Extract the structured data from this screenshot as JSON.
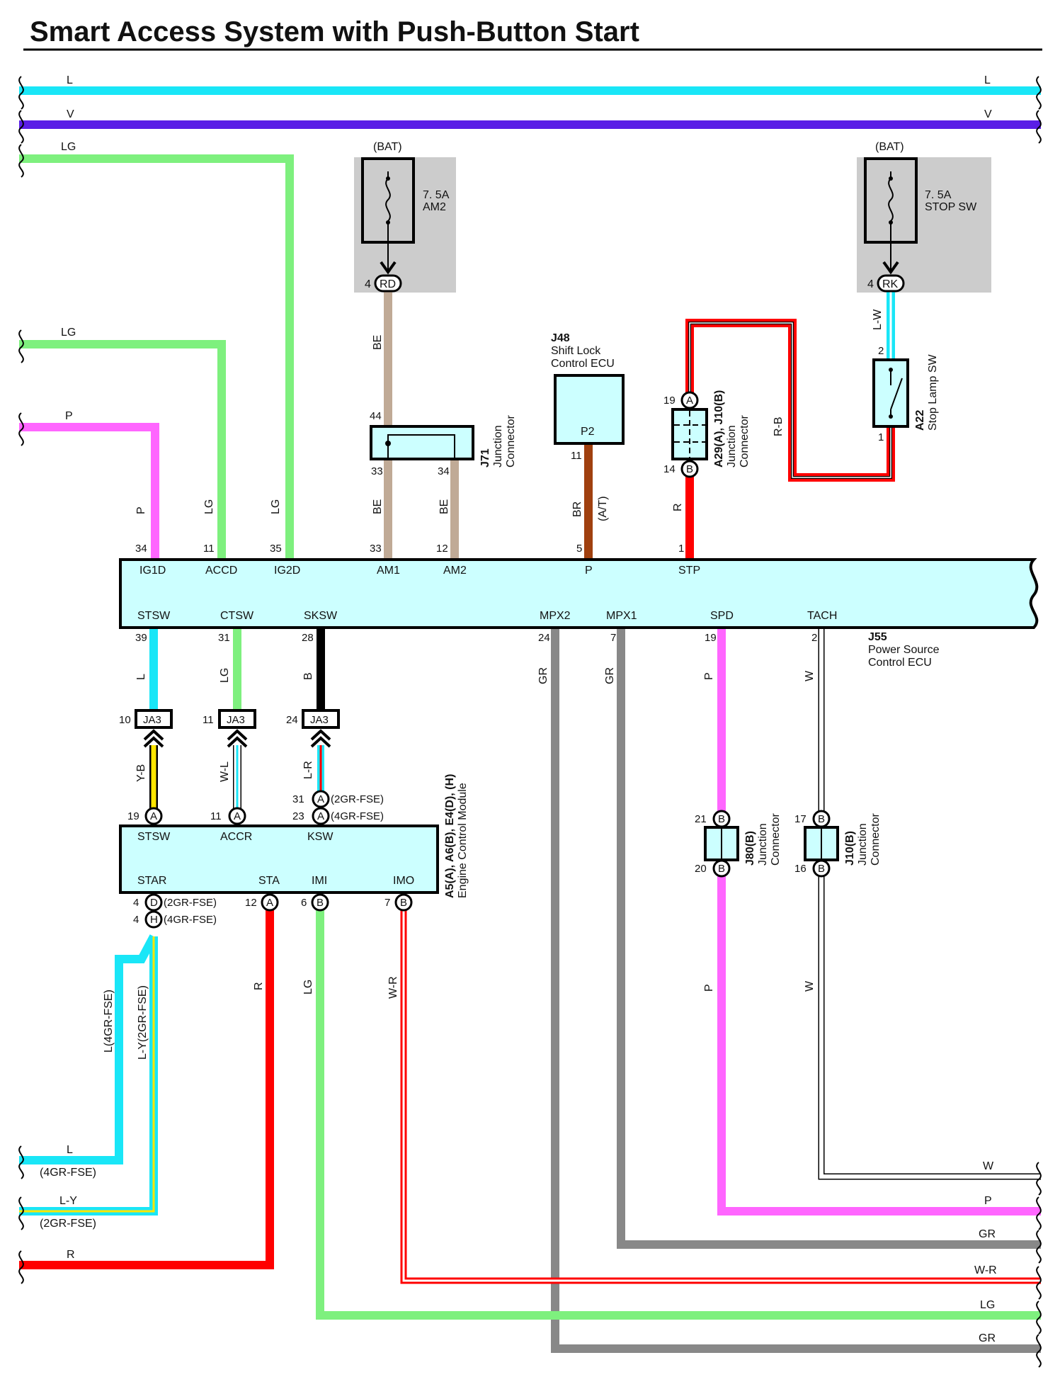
{
  "title": "Smart Access System with Push-Button Start",
  "colors": {
    "L": "#19e6f7",
    "V": "#5a1ee6",
    "LG": "#7ef07e",
    "P": "#ff66ff",
    "BE": "#c0aa96",
    "BR": "#a0400f",
    "R": "#ff0000",
    "GR": "#888888",
    "B": "#000000",
    "W": "#ffffff",
    "Y": "#ffe600",
    "ecu_fill": "#ccffff",
    "fuse_bg": "#cccccc"
  },
  "wires": {
    "top_L": "L",
    "top_V": "V",
    "lg_upper": "LG",
    "lg_mid": "LG",
    "p_left": "P",
    "r_b": "R-B",
    "l_w": "L-W",
    "be_am2": "BE",
    "be_33": "BE",
    "be_34": "BE",
    "br": "BR",
    "at": "(A/T)",
    "r_stp": "R",
    "stsw_l": "L",
    "ctsw_lg": "LG",
    "sksw_b": "B",
    "y_b": "Y-B",
    "w_l": "W-L",
    "l_r": "L-R",
    "gr_mpx2": "GR",
    "gr_mpx1": "GR",
    "p_spd": "P",
    "w_tach": "W",
    "p_low": "P",
    "w_low": "W",
    "r_sta": "R",
    "lg_imi": "LG",
    "w_r": "W-R",
    "l_4gr": "L(4GR-FSE)",
    "ly_2gr": "L-Y(2GR-FSE)",
    "bot_L": "L",
    "bot_4gr": "(4GR-FSE)",
    "bot_LY": "L-Y",
    "bot_2gr": "(2GR-FSE)",
    "bot_R": "R",
    "right_W": "W",
    "right_P": "P",
    "right_GR1": "GR",
    "right_WR": "W-R",
    "right_LG": "LG",
    "right_GR2": "GR"
  },
  "fuses": [
    {
      "bat": "(BAT)",
      "rating": "7. 5A",
      "name": "AM2",
      "pin": "4",
      "conn": "RD"
    },
    {
      "bat": "(BAT)",
      "rating": "7. 5A",
      "name": "STOP SW",
      "pin": "4",
      "conn": "RK"
    }
  ],
  "shift_lock": {
    "code": "J48",
    "name1": "Shift Lock",
    "name2": "Control ECU",
    "pin_name": "P2",
    "pin": "11"
  },
  "j71": {
    "code": "J71",
    "name1": "Junction",
    "name2": "Connector",
    "pin44": "44",
    "pin33": "33",
    "pin34": "34"
  },
  "j10a": {
    "code": "A29(A), J10(B)",
    "name1": "Junction",
    "name2": "Connector",
    "pin19": "19",
    "conn19": "A",
    "pin14": "14",
    "conn14": "B"
  },
  "stop_lamp": {
    "code": "A22",
    "name": "Stop Lamp SW",
    "pin2": "2",
    "pin1": "1"
  },
  "power_ecu": {
    "code": "J55",
    "name1": "Power Source",
    "name2": "Control ECU",
    "top_pins": [
      {
        "num": "34",
        "name": "IG1D"
      },
      {
        "num": "11",
        "name": "ACCD"
      },
      {
        "num": "35",
        "name": "IG2D"
      },
      {
        "num": "33",
        "name": "AM1"
      },
      {
        "num": "12",
        "name": "AM2"
      },
      {
        "num": "5",
        "name": "P"
      },
      {
        "num": "1",
        "name": "STP"
      }
    ],
    "bottom_pins": [
      {
        "num": "39",
        "name": "STSW"
      },
      {
        "num": "31",
        "name": "CTSW"
      },
      {
        "num": "28",
        "name": "SKSW"
      },
      {
        "num": "24",
        "name": "MPX2"
      },
      {
        "num": "7",
        "name": "MPX1"
      },
      {
        "num": "19",
        "name": "SPD"
      },
      {
        "num": "2",
        "name": "TACH"
      }
    ]
  },
  "ja3": [
    {
      "pin": "10",
      "label": "JA3"
    },
    {
      "pin": "11",
      "label": "JA3"
    },
    {
      "pin": "24",
      "label": "JA3"
    }
  ],
  "engine_ecu": {
    "code": "A5(A), A6(B), E4(D), (H)",
    "name": "Engine Control Module",
    "top_pins": [
      {
        "num": "19",
        "conn": "A",
        "name": "STSW"
      },
      {
        "num": "11",
        "conn": "A",
        "name": "ACCR"
      },
      {
        "name": "KSW"
      }
    ],
    "ksw_pins": [
      {
        "num": "31",
        "conn": "A",
        "note": "(2GR-FSE)"
      },
      {
        "num": "23",
        "conn": "A",
        "note": "(4GR-FSE)"
      }
    ],
    "bottom_names": [
      "STAR",
      "STA",
      "IMI",
      "IMO"
    ],
    "star_pins": [
      {
        "num": "4",
        "conn": "D",
        "note": "(2GR-FSE)"
      },
      {
        "num": "4",
        "conn": "H",
        "note": "(4GR-FSE)"
      }
    ],
    "sta_pin": {
      "num": "12",
      "conn": "A"
    },
    "imi_pin": {
      "num": "6",
      "conn": "B"
    },
    "imo_pin": {
      "num": "7",
      "conn": "B"
    }
  },
  "j80": {
    "code": "J80(B)",
    "name1": "Junction",
    "name2": "Connector",
    "pin21": "21",
    "pin20": "20",
    "conn": "B"
  },
  "j10b": {
    "code": "J10(B)",
    "name1": "Junction",
    "name2": "Connector",
    "pin17": "17",
    "pin16": "16",
    "conn": "B"
  }
}
